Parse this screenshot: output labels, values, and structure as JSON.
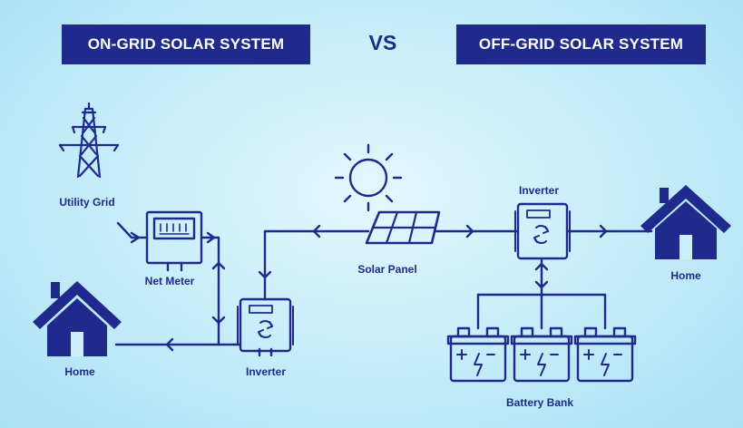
{
  "header": {
    "left_title": "ON-GRID SOLAR SYSTEM",
    "vs": "VS",
    "right_title": "OFF-GRID SOLAR SYSTEM"
  },
  "on_grid": {
    "utility_grid": "Utility Grid",
    "net_meter": "Net Meter",
    "home": "Home",
    "inverter": "Inverter"
  },
  "shared": {
    "solar_panel": "Solar Panel"
  },
  "off_grid": {
    "inverter": "Inverter",
    "home": "Home",
    "battery_bank": "Battery Bank"
  },
  "colors": {
    "navy": "#1f2a8c",
    "background": "#c9eefa"
  },
  "icons": [
    "tower-icon",
    "meter-icon",
    "house-icon",
    "inverter-icon",
    "sun-icon",
    "solar-panel-icon",
    "battery-icon"
  ]
}
